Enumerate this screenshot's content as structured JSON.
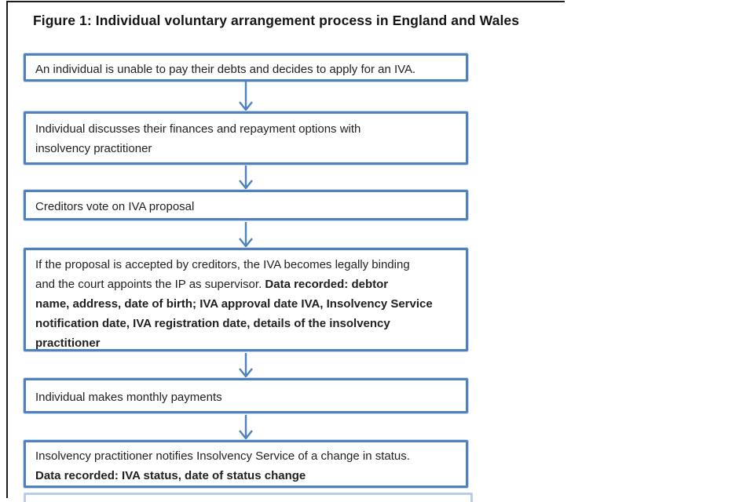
{
  "figure": {
    "title": "Figure 1: Individual voluntary arrangement process in England and Wales",
    "steps": [
      {
        "text": "An individual is unable to pay their debts and decides to apply for an IVA.",
        "bold": ""
      },
      {
        "text": "Individual discusses their finances and repayment options with\ninsolvency practitioner",
        "bold": ""
      },
      {
        "text": "Creditors vote on IVA proposal",
        "bold": ""
      },
      {
        "text": "If the proposal is accepted by creditors, the IVA becomes legally binding\nand the court appoints the IP as supervisor. ",
        "bold": "Data recorded: debtor\nname, address, date of birth; IVA approval date IVA, Insolvency Service\nnotification date, IVA registration date, details of the insolvency\npractitioner"
      },
      {
        "text": "Individual makes monthly payments",
        "bold": ""
      },
      {
        "text": "Insolvency practitioner notifies Insolvency Service of a change in status.\n",
        "bold": "Data recorded: IVA status, date of status change"
      }
    ],
    "colors": {
      "box_border": "#4f81bd",
      "arrow": "#4f81bd",
      "frame": "#1c1c1c",
      "cut_box_border": "#b9cde6",
      "text": "#1f1f1f"
    }
  }
}
